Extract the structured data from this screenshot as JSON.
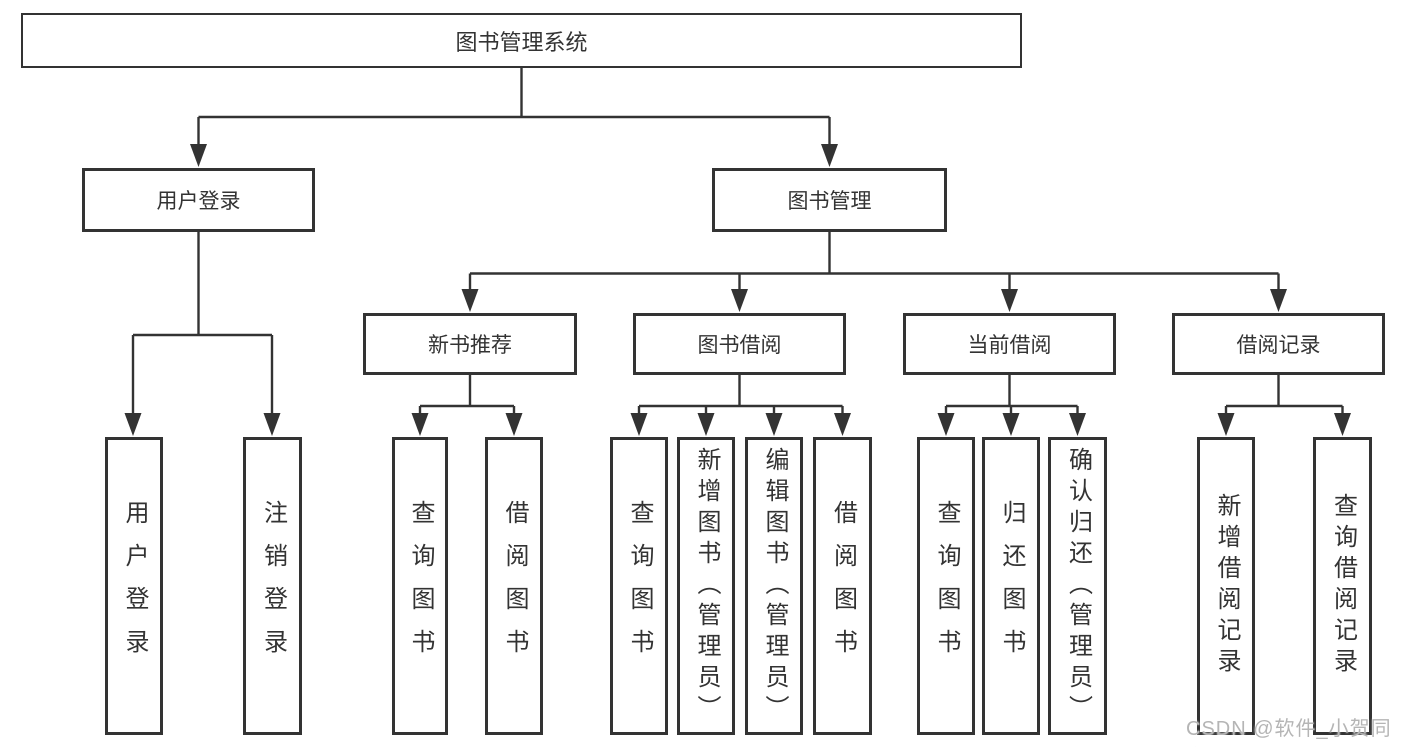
{
  "tree": {
    "label": "图书管理系统",
    "children": [
      {
        "label": "用户登录",
        "children": [
          {
            "label": "用户登录"
          },
          {
            "label": "注销登录"
          }
        ]
      },
      {
        "label": "图书管理",
        "children": [
          {
            "label": "新书推荐",
            "children": [
              {
                "label": "查询图书"
              },
              {
                "label": "借阅图书"
              }
            ]
          },
          {
            "label": "图书借阅",
            "children": [
              {
                "label": "查询图书"
              },
              {
                "label": "新增图书（管理员）"
              },
              {
                "label": "编辑图书（管理员）"
              },
              {
                "label": "借阅图书"
              }
            ]
          },
          {
            "label": "当前借阅",
            "children": [
              {
                "label": "查询图书"
              },
              {
                "label": "归还图书"
              },
              {
                "label": "确认归还（管理员）"
              }
            ]
          },
          {
            "label": "借阅记录",
            "children": [
              {
                "label": "新增借阅记录"
              },
              {
                "label": "查询借阅记录"
              }
            ]
          }
        ]
      }
    ]
  },
  "watermark": {
    "text": "CSDN @软件_小贺同学"
  },
  "style": {
    "line_color": "#333333",
    "text_color": "#333333",
    "box_background": "#ffffff",
    "page_background": "#ffffff",
    "watermark_color": "#b5b5b5"
  }
}
